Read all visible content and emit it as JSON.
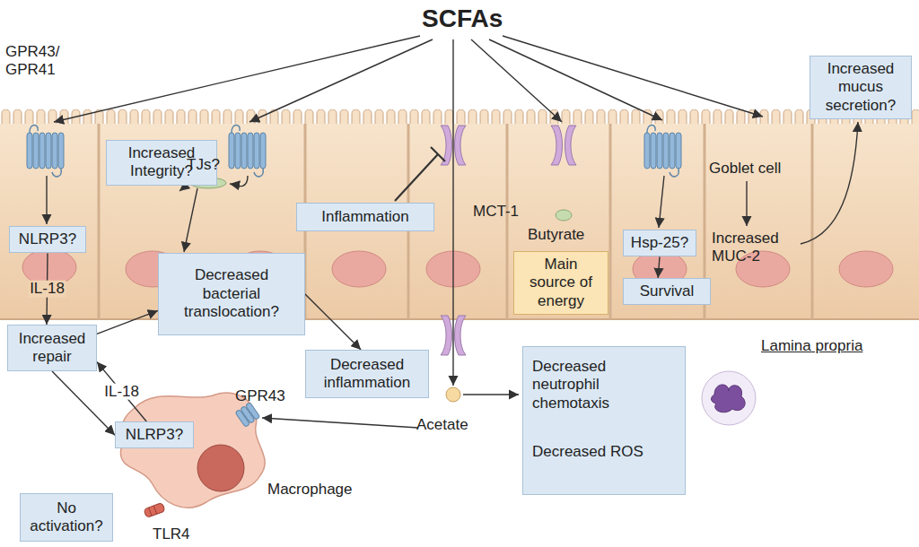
{
  "diagram": {
    "nodes": [
      {
        "text": [
          "NLRP3?"
        ]
      },
      {
        "text": [
          "Increased Integrity?"
        ]
      },
      {
        "text": [
          "Decreased bacterial translocation?"
        ]
      },
      {
        "text": [
          "Inflammation"
        ]
      },
      {
        "text": [
          "Main source of energy"
        ]
      },
      {
        "text": [
          "Hsp-25?"
        ]
      },
      {
        "text": [
          "Survival"
        ]
      },
      {
        "text": [
          "Increased mucus secretion?"
        ]
      },
      {
        "text": [
          "Increased repair"
        ]
      },
      {
        "text": [
          "Decreased inflammation"
        ]
      },
      {
        "text": [
          "Decreased neutrophil chemotaxis",
          "Decreased ROS"
        ]
      },
      {
        "text": [
          "NLRP3?"
        ]
      },
      {
        "text": [
          "No activation?"
        ]
      }
    ],
    "edges": [
      {
        "from": 0,
        "to": 8,
        "label": "IL-18",
        "arrow": "to"
      },
      {
        "from": 8,
        "to": 2,
        "arrow": "to"
      },
      {
        "from": 2,
        "to": 9,
        "arrow": "to"
      },
      {
        "from": 8,
        "to": 11,
        "arrow": "to"
      },
      {
        "from": 11,
        "to": 8,
        "label": "IL-18",
        "arrow": "to"
      },
      {
        "from": 5,
        "to": 6,
        "arrow": "to"
      }
    ],
    "labels": [
      "SCFAs",
      "GPR43/ GPR41",
      "TJs?",
      "MCT-1",
      "Butyrate",
      "Goblet cell",
      "Increased MUC-2",
      "Lamina propria",
      "Acetate",
      "GPR43",
      "Macrophage",
      "TLR4"
    ]
  }
}
